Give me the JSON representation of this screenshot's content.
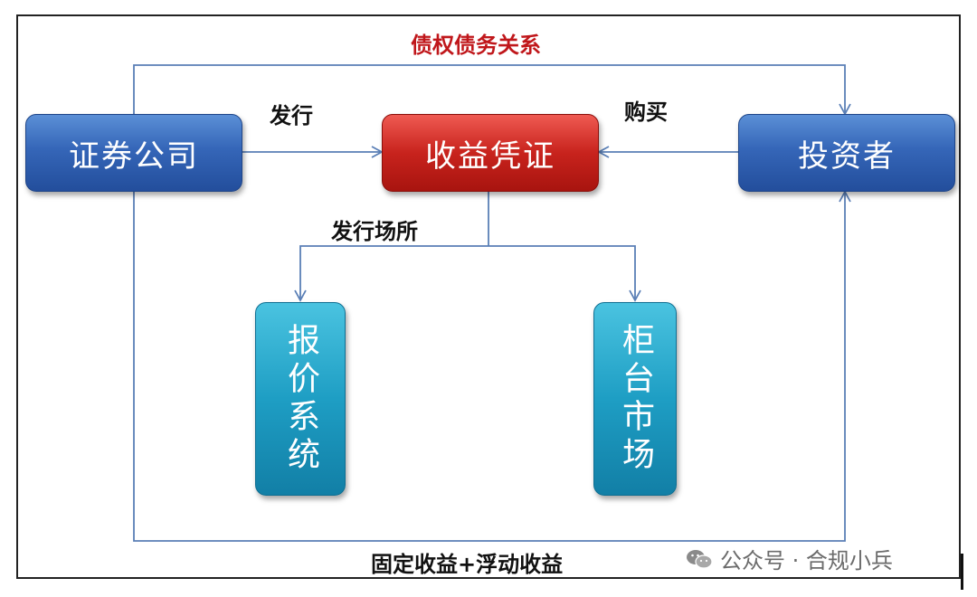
{
  "title": "债权债务关系",
  "nodes": {
    "securities_company": "证券公司",
    "income_certificate": "收益凭证",
    "investor": "投资者",
    "quote_system": "报价系统",
    "otc_market": "柜台市场"
  },
  "edge_labels": {
    "issue": "发行",
    "purchase": "购买",
    "issue_venue": "发行场所",
    "bottom": "固定收益+浮动收益"
  },
  "watermark": {
    "text": "公众号 · 合规小兵",
    "icon": "wechat-icon"
  },
  "colors": {
    "blue_box": "#3566b8",
    "red_box": "#c8231d",
    "cyan_box": "#1e9ec4",
    "title": "#c0171b",
    "line": "#5a7fb6"
  }
}
